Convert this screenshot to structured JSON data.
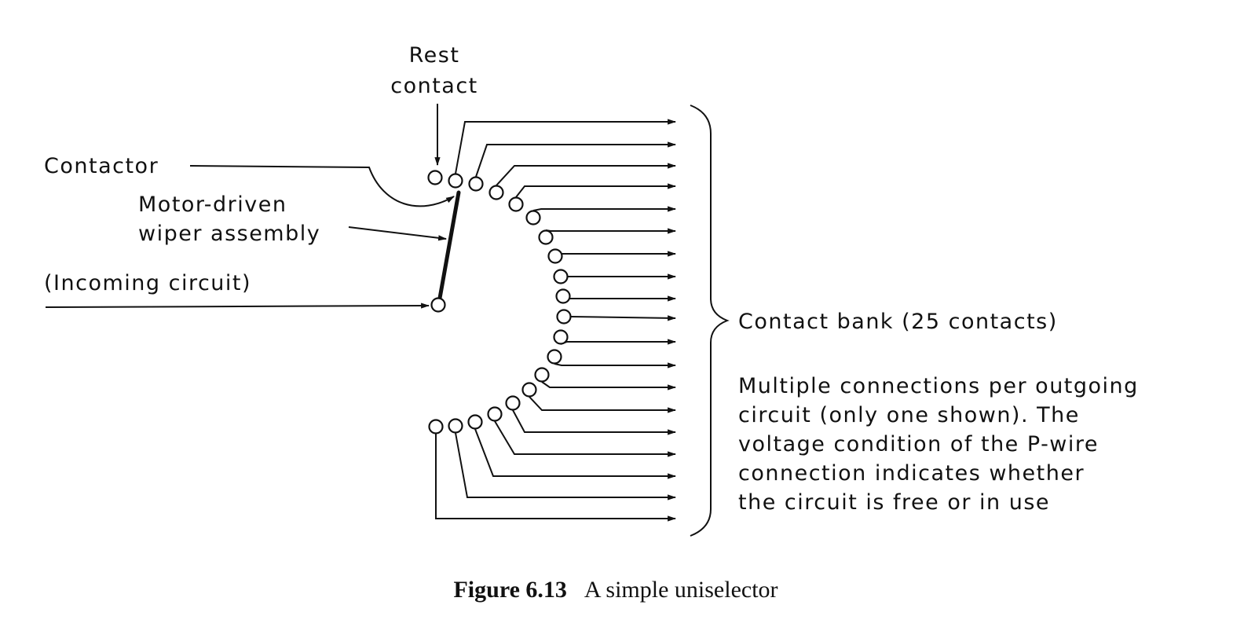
{
  "labels": {
    "rest_contact_line1": "Rest",
    "rest_contact_line2": "contact",
    "contactor": "Contactor",
    "wiper_line1": "Motor-driven",
    "wiper_line2": "wiper assembly",
    "incoming": "(Incoming circuit)",
    "contact_bank": "Contact bank (25 contacts)",
    "note_line1": "Multiple connections per outgoing",
    "note_line2": "circuit (only one shown). The",
    "note_line3": "voltage condition of the P-wire",
    "note_line4": "connection indicates whether",
    "note_line5": "the circuit is free or in use"
  },
  "caption": {
    "number": "Figure 6.13",
    "title": "A simple uniselector"
  },
  "colors": {
    "ink": "#111111",
    "background": "#ffffff"
  }
}
